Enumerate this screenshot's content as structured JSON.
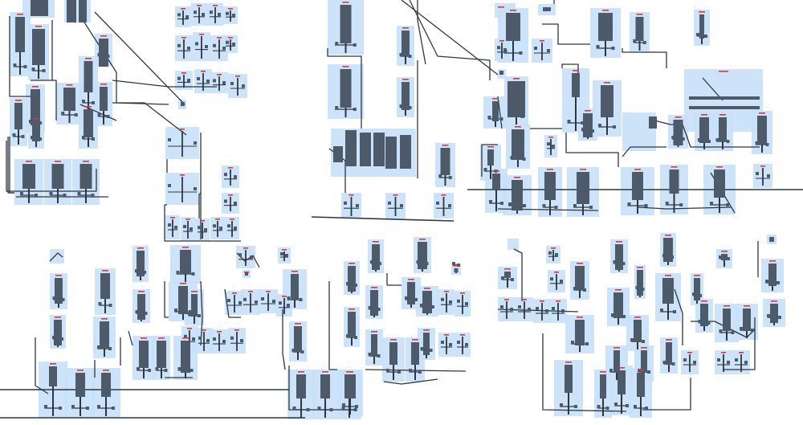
{
  "diagram": {
    "kind": "clustered schematic / layout overview",
    "palette": {
      "background": "#ffffff",
      "region_fill": "#c8e0f8",
      "component_fill": "#4d5a6a",
      "wire": "#2f3640",
      "label_red": "#d03b3b"
    },
    "clusters": [
      "top-left",
      "top-center",
      "top-right",
      "bottom-left",
      "bottom-center",
      "bottom-right"
    ]
  }
}
